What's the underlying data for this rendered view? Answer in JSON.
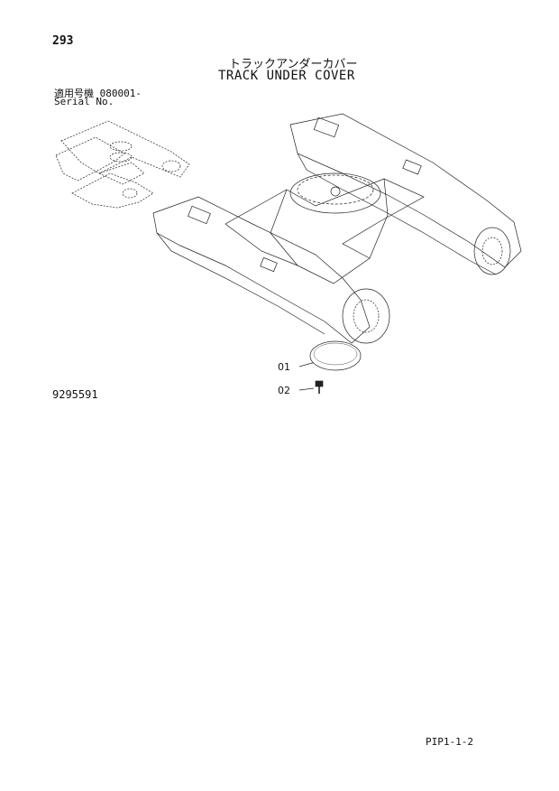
{
  "header": {
    "page_number": "293",
    "title_jp": "トラックアンダーカバー",
    "title_en": "TRACK UNDER COVER",
    "serial_label_jp": "適用号機",
    "serial_value": "080001-",
    "serial_label_en": "Serial No."
  },
  "drawing": {
    "callouts": [
      "01",
      "02"
    ],
    "drawing_number": "9295591"
  },
  "footer": {
    "code": "PIP1-1-2"
  }
}
